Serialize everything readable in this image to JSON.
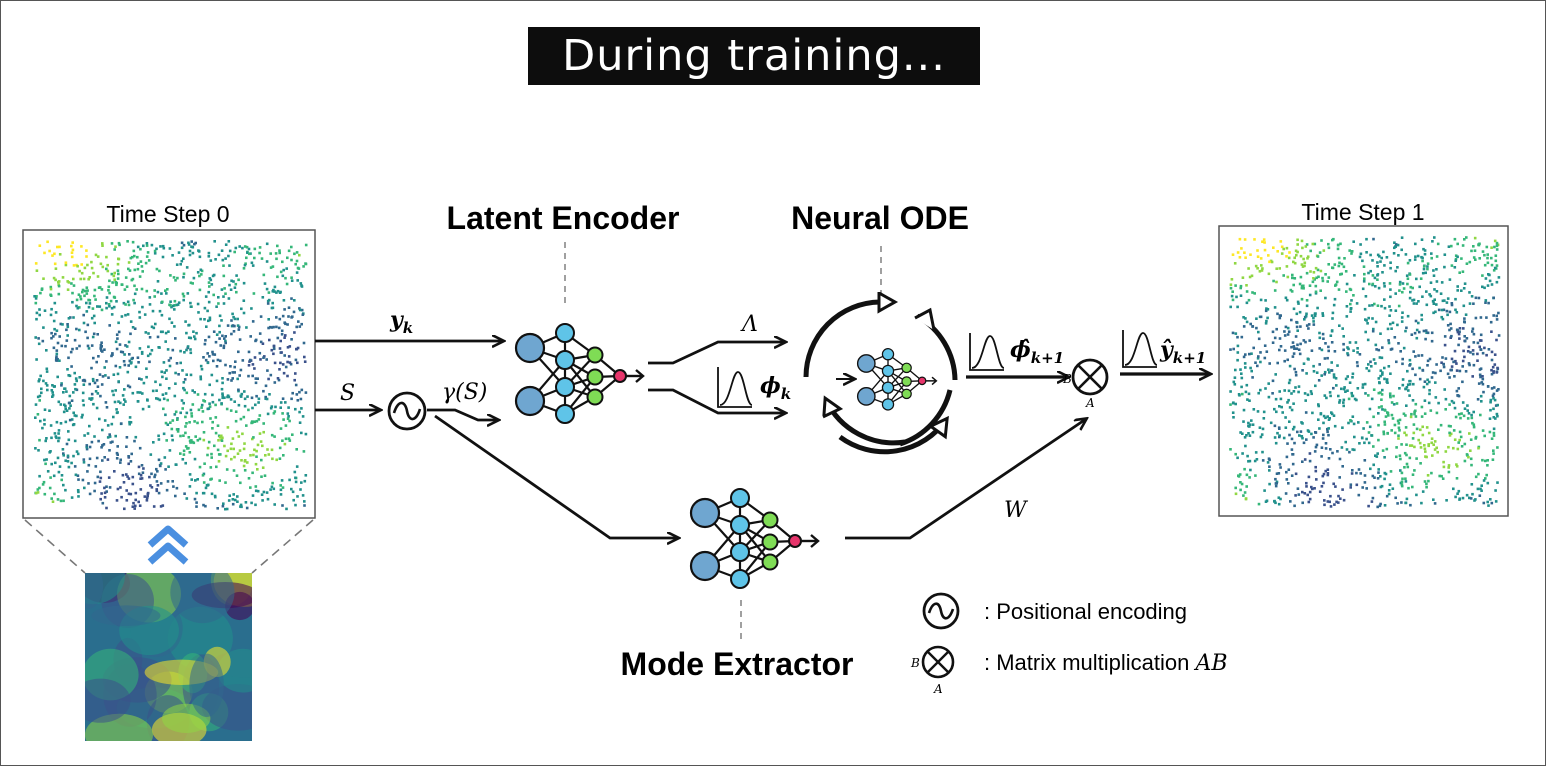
{
  "banner": {
    "title": "During training..."
  },
  "panels": {
    "left": {
      "title": "Time Step 0"
    },
    "right": {
      "title": "Time Step 1"
    }
  },
  "modules": {
    "latent_encoder": "Latent Encoder",
    "neural_ode": "Neural ODE",
    "mode_extractor": "Mode Extractor"
  },
  "symbols": {
    "y_k": "y",
    "y_k_sub": "k",
    "S": "S",
    "gamma_S": "γ(S)",
    "Lambda": "Λ",
    "phi_k": "ϕ",
    "phi_k_sub": "k",
    "phi_hat": "ϕ̂",
    "phi_hat_sub": "k+1",
    "y_hat": "ŷ",
    "y_hat_sub": "k+1",
    "W": "W",
    "B": "B",
    "A": "A"
  },
  "legend": {
    "positional": ": Positional encoding",
    "matmul_prefix": ": Matrix multiplication ",
    "matmul_ab": "AB",
    "B": "B",
    "A": "A"
  },
  "colors": {
    "node_blue": "#5fc4e8",
    "node_steel": "#6fa6d0",
    "node_green": "#7fdc55",
    "node_red": "#e6356b",
    "chevron": "#4a8fe0"
  }
}
